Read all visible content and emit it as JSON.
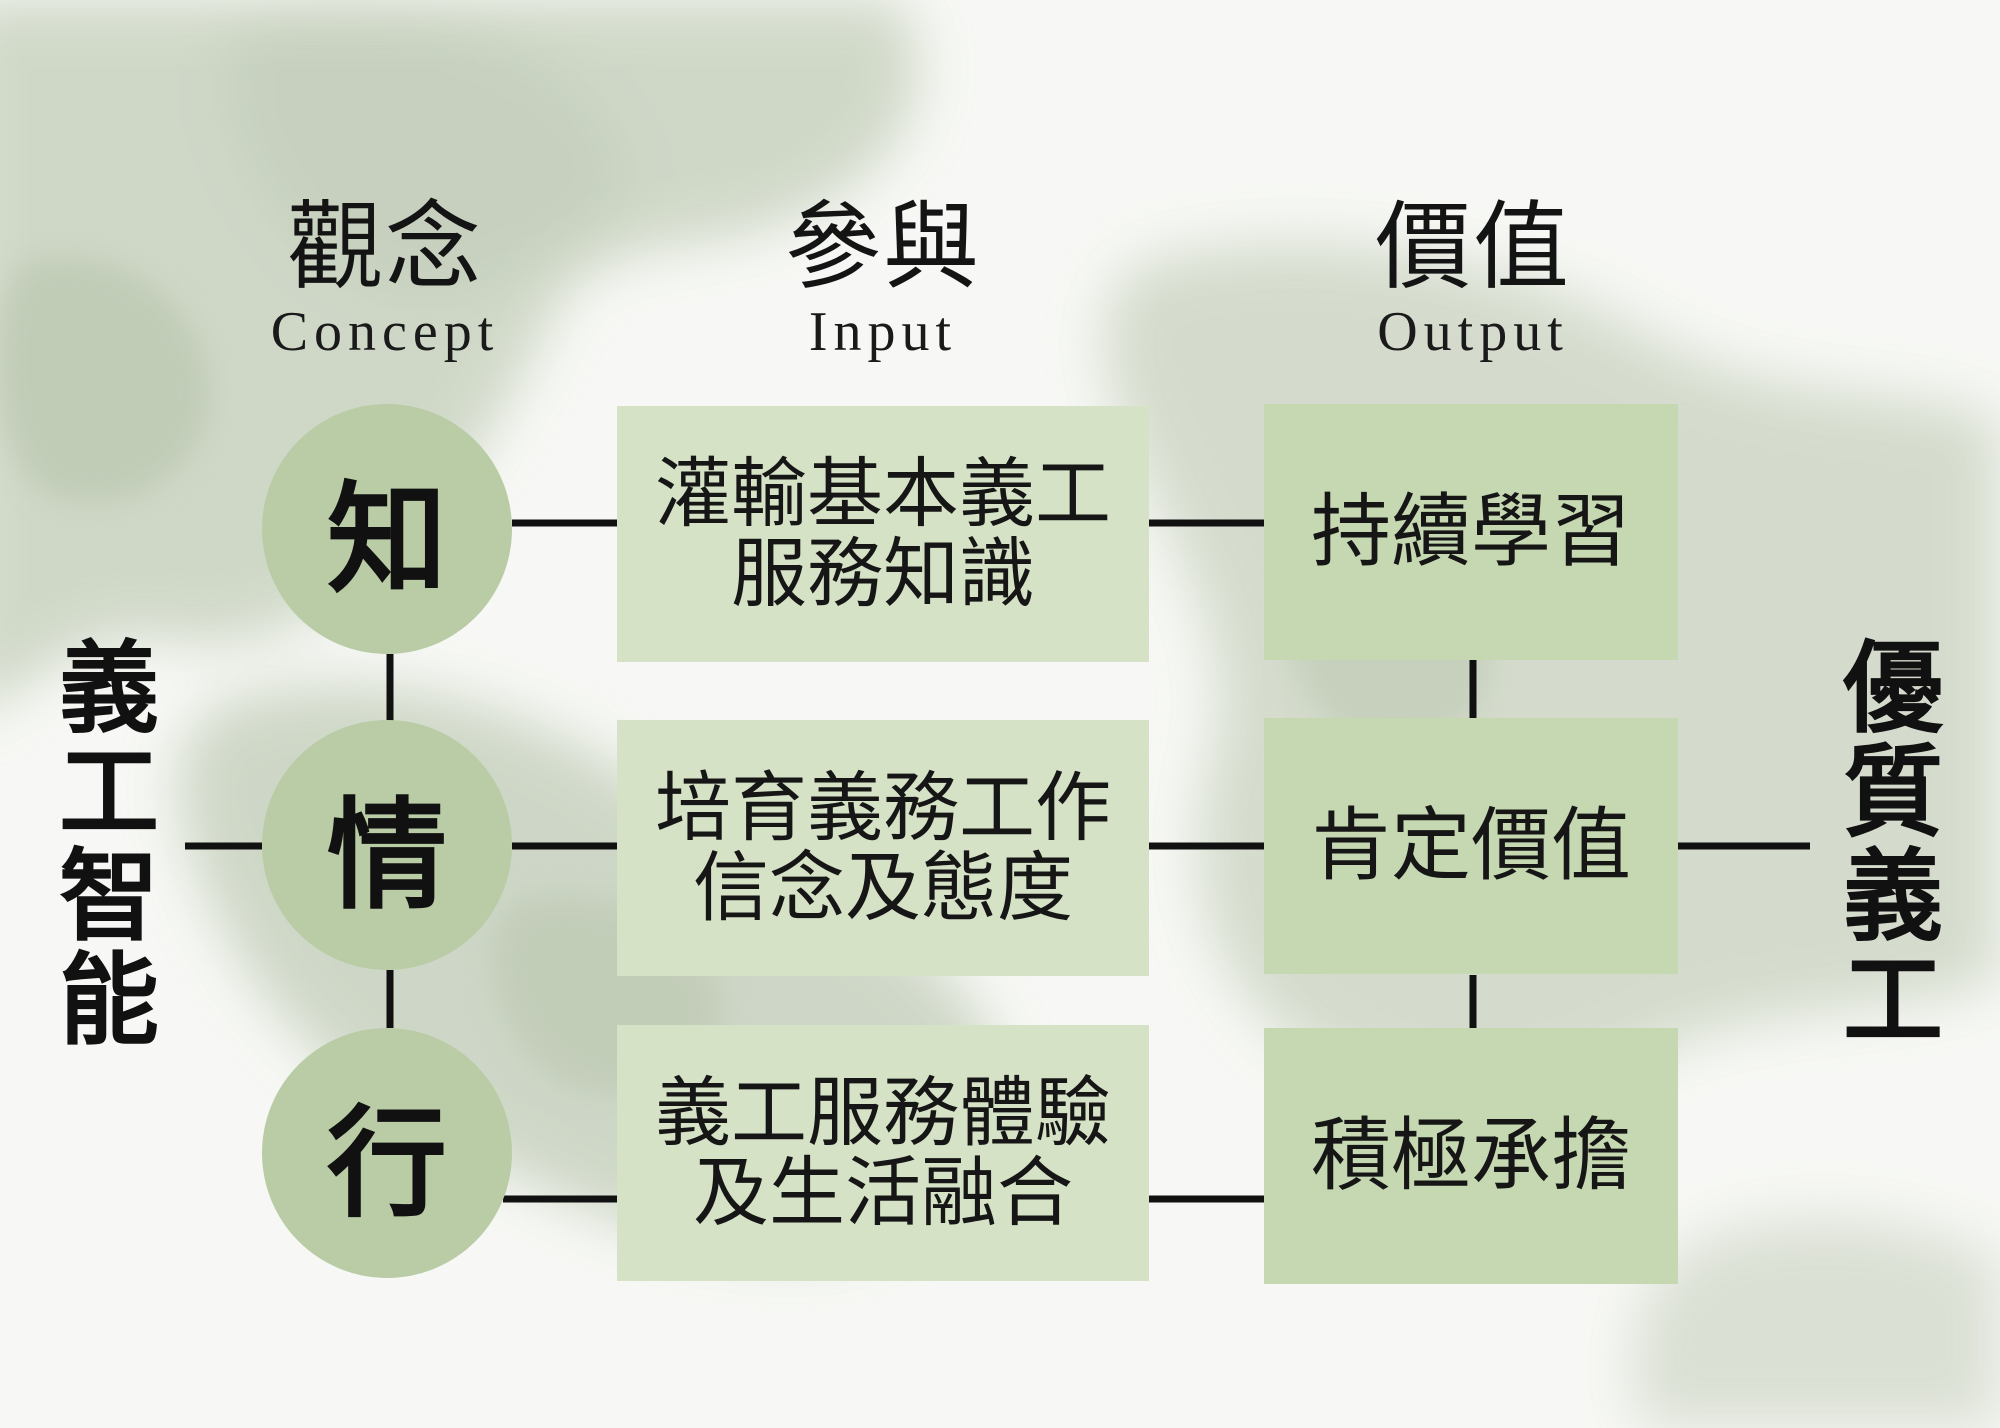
{
  "columns": {
    "concept": {
      "zh": "觀念",
      "en": "Concept"
    },
    "input": {
      "zh": "參與",
      "en": "Input"
    },
    "output": {
      "zh": "價值",
      "en": "Output"
    }
  },
  "left_title": [
    "義",
    "工",
    "智",
    "能"
  ],
  "right_title": [
    "優",
    "質",
    "義",
    "工"
  ],
  "rows": [
    {
      "concept": "知",
      "input": [
        "灌輸基本義工",
        "服務知識"
      ],
      "output": "持續學習"
    },
    {
      "concept": "情",
      "input": [
        "培育義務工作",
        "信念及態度"
      ],
      "output": "肯定價值"
    },
    {
      "concept": "行",
      "input": [
        "義工服務體驗",
        "及生活融合"
      ],
      "output": "積極承擔"
    }
  ],
  "colors": {
    "circle": "#b9cca6",
    "input_box": "#d5e2c6",
    "output_box": "#c5d8b1",
    "connector": "#111111",
    "background_wash": "#c9d3c0"
  }
}
